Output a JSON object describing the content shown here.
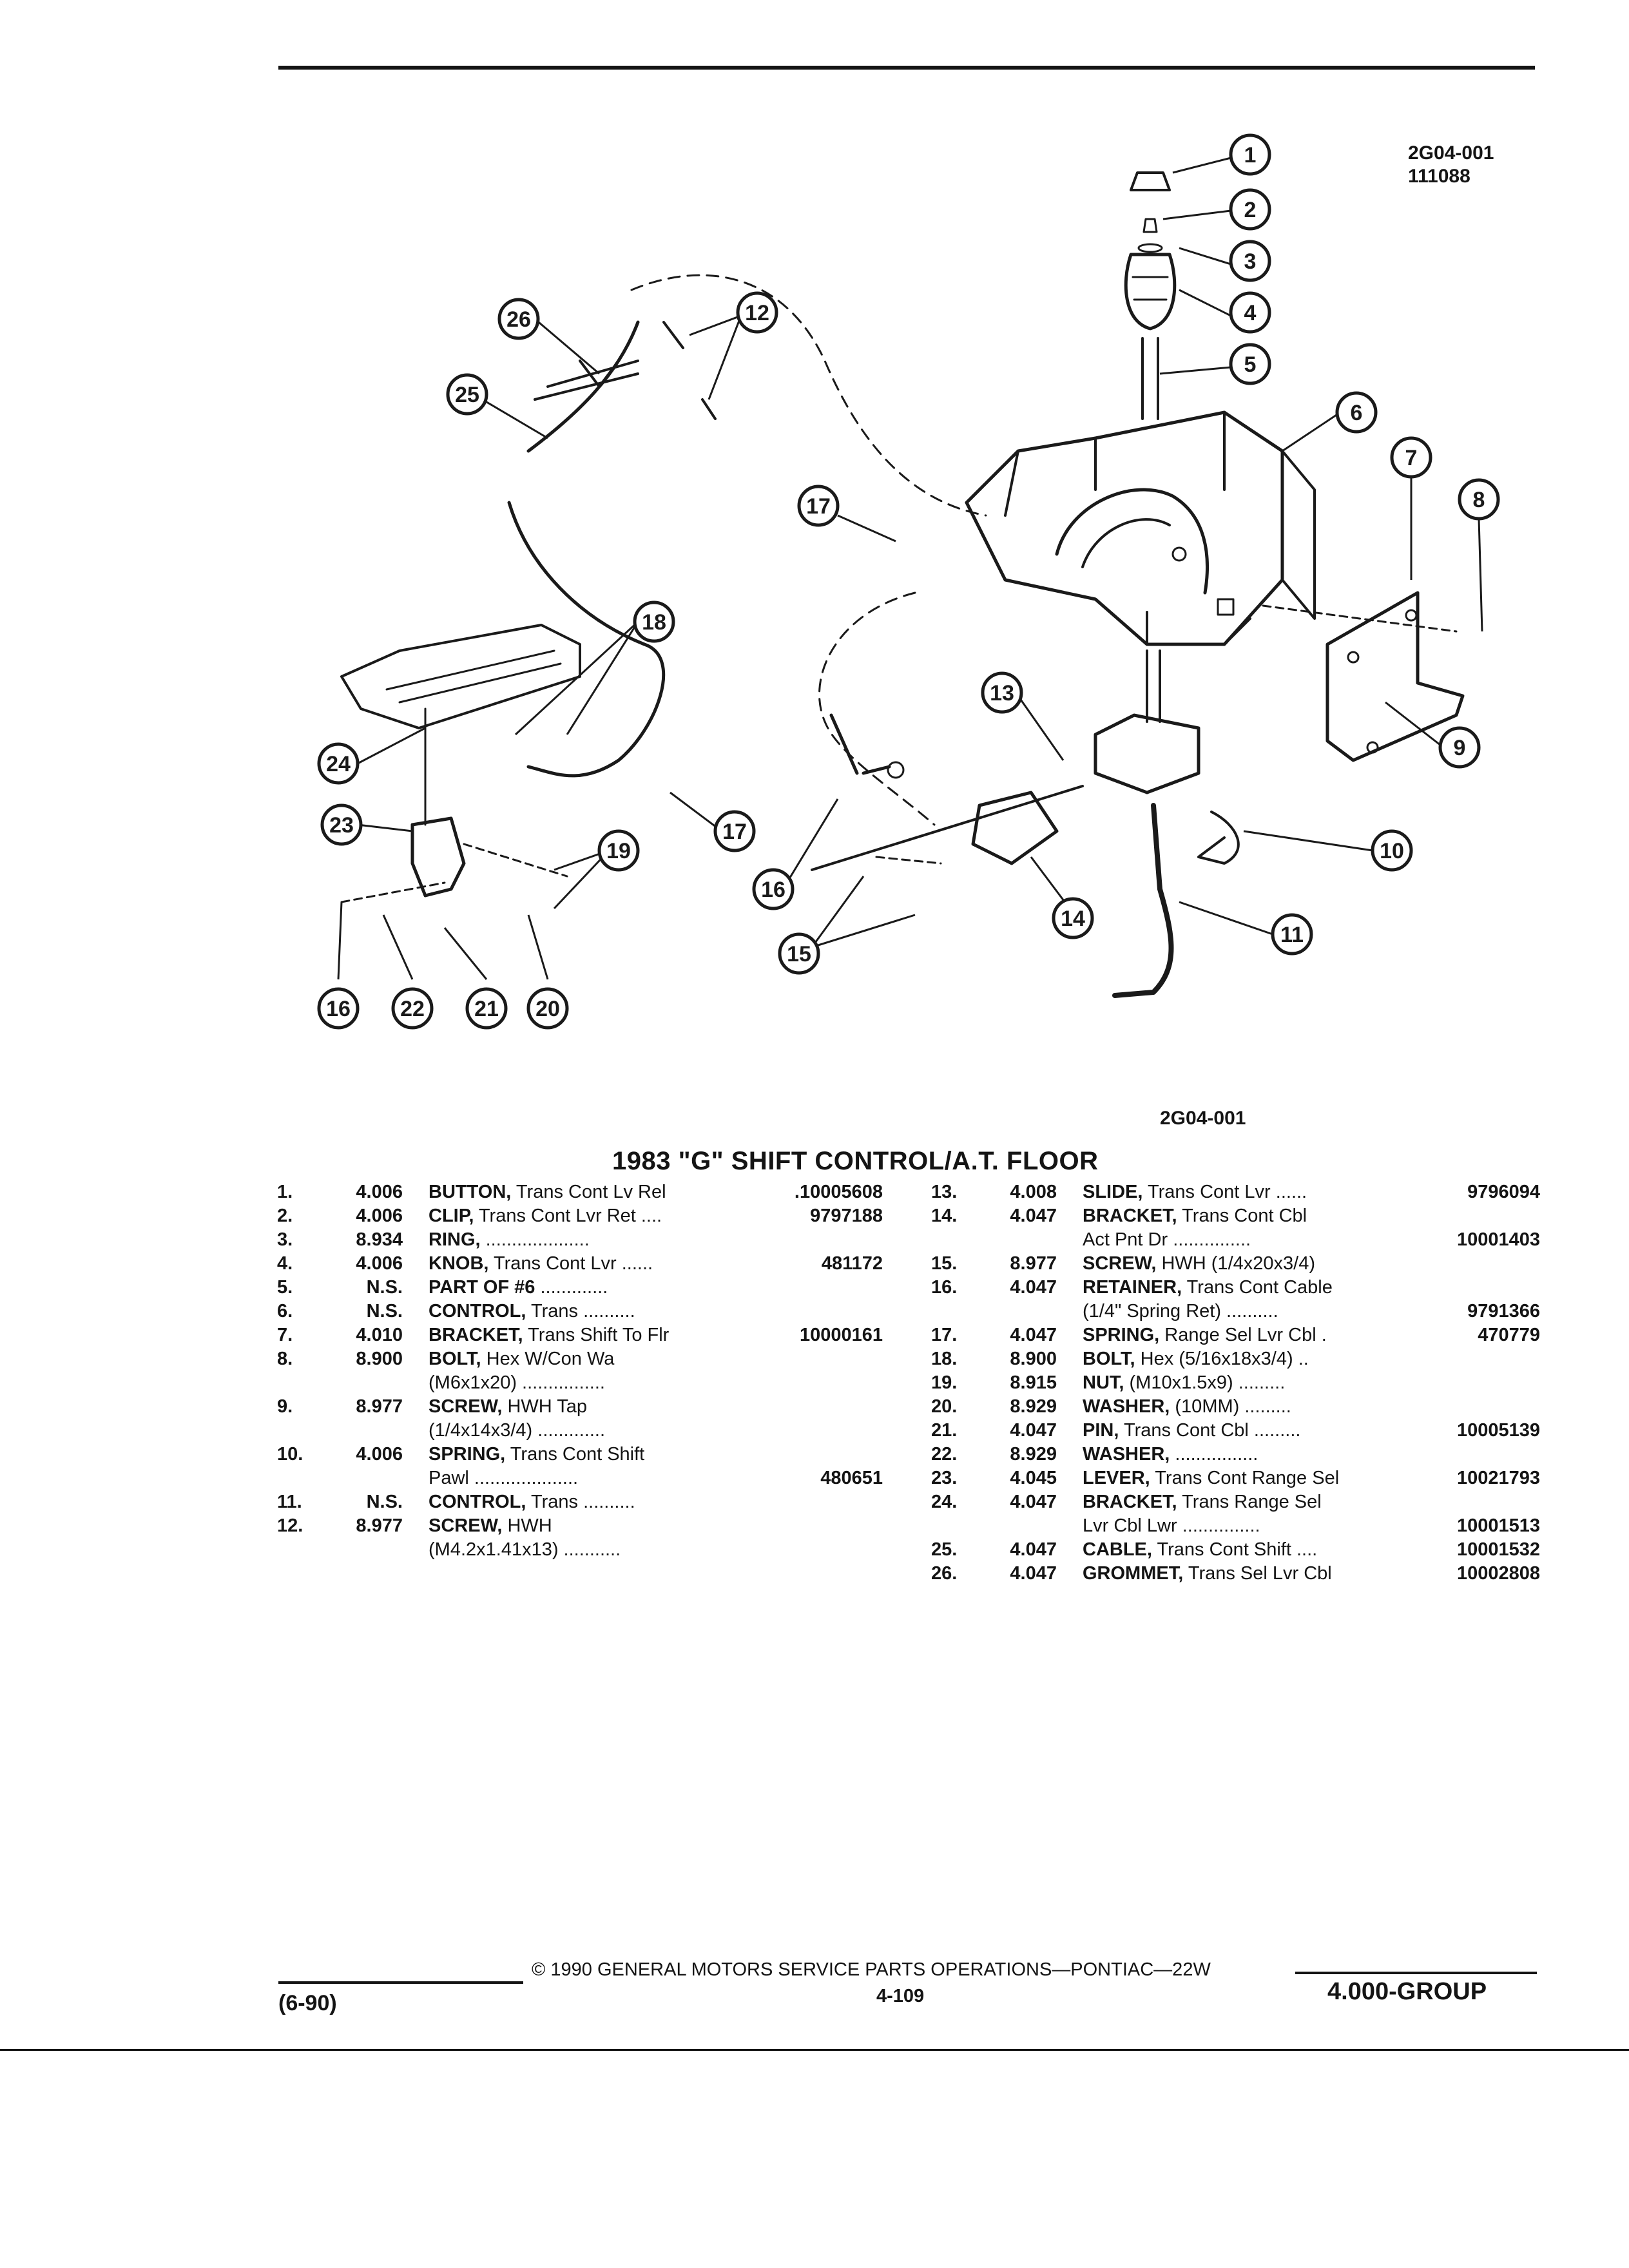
{
  "figure": {
    "id_top": "2G04-001",
    "id_top_sub": "111088",
    "id_bottom": "2G04-001",
    "callouts": [
      "1",
      "2",
      "3",
      "4",
      "5",
      "6",
      "7",
      "8",
      "9",
      "10",
      "11",
      "12",
      "13",
      "14",
      "15",
      "16",
      "17",
      "18",
      "19",
      "20",
      "21",
      "22",
      "23",
      "24",
      "25",
      "26"
    ]
  },
  "title": "1983 \"G\" SHIFT CONTROL/A.T. FLOOR",
  "parts_left": [
    {
      "num": "1.",
      "group": "4.006",
      "name": "BUTTON,",
      "desc": " Trans Cont Lv Rel ",
      "part": ".10005608",
      "cont": ""
    },
    {
      "num": "2.",
      "group": "4.006",
      "name": "CLIP,",
      "desc": " Trans Cont Lvr Ret .... ",
      "part": "9797188",
      "cont": ""
    },
    {
      "num": "3.",
      "group": "8.934",
      "name": "RING,",
      "desc": " ....................",
      "part": "",
      "cont": ""
    },
    {
      "num": "4.",
      "group": "4.006",
      "name": "KNOB,",
      "desc": " Trans Cont Lvr ...... ",
      "part": "481172",
      "cont": ""
    },
    {
      "num": "5.",
      "group": "N.S.",
      "name": "PART OF #6",
      "desc": " .............",
      "part": "",
      "cont": ""
    },
    {
      "num": "6.",
      "group": "N.S.",
      "name": "CONTROL,",
      "desc": " Trans ..........",
      "part": "",
      "cont": ""
    },
    {
      "num": "7.",
      "group": "4.010",
      "name": "BRACKET,",
      "desc": " Trans Shift To Flr ",
      "part": "10000161",
      "cont": ""
    },
    {
      "num": "8.",
      "group": "8.900",
      "name": "BOLT,",
      "desc": " Hex W/Con Wa",
      "part": "",
      "cont": "(M6x1x20) ................"
    },
    {
      "num": "9.",
      "group": "8.977",
      "name": "SCREW,",
      "desc": " HWH Tap",
      "part": "",
      "cont": "(1/4x14x3/4) ............."
    },
    {
      "num": "10.",
      "group": "4.006",
      "name": "SPRING,",
      "desc": " Trans Cont Shift",
      "part": "480651",
      "cont": "Pawl ...................."
    },
    {
      "num": "11.",
      "group": "N.S.",
      "name": "CONTROL,",
      "desc": " Trans ..........",
      "part": "",
      "cont": ""
    },
    {
      "num": "12.",
      "group": "8.977",
      "name": "SCREW,",
      "desc": " HWH",
      "part": "",
      "cont": "(M4.2x1.41x13) ..........."
    }
  ],
  "parts_right": [
    {
      "num": "13.",
      "group": "4.008",
      "name": "SLIDE,",
      "desc": " Trans Cont Lvr ...... ",
      "part": "9796094",
      "cont": ""
    },
    {
      "num": "14.",
      "group": "4.047",
      "name": "BRACKET,",
      "desc": " Trans Cont Cbl",
      "part": "10001403",
      "cont": "Act Pnt Dr ..............."
    },
    {
      "num": "15.",
      "group": "8.977",
      "name": "SCREW,",
      "desc": " HWH (1/4x20x3/4)",
      "part": "",
      "cont": ""
    },
    {
      "num": "16.",
      "group": "4.047",
      "name": "RETAINER,",
      "desc": " Trans Cont Cable",
      "part": "9791366",
      "cont": "(1/4\" Spring Ret) .........."
    },
    {
      "num": "17.",
      "group": "4.047",
      "name": "SPRING,",
      "desc": " Range Sel Lvr Cbl . ",
      "part": "470779",
      "cont": ""
    },
    {
      "num": "18.",
      "group": "8.900",
      "name": "BOLT,",
      "desc": " Hex (5/16x18x3/4) ..",
      "part": "",
      "cont": ""
    },
    {
      "num": "19.",
      "group": "8.915",
      "name": "NUT,",
      "desc": " (M10x1.5x9) .........",
      "part": "",
      "cont": ""
    },
    {
      "num": "20.",
      "group": "8.929",
      "name": "WASHER,",
      "desc": " (10MM) .........",
      "part": "",
      "cont": ""
    },
    {
      "num": "21.",
      "group": "4.047",
      "name": "PIN,",
      "desc": " Trans Cont Cbl .........",
      "part": "10005139",
      "cont": ""
    },
    {
      "num": "22.",
      "group": "8.929",
      "name": "WASHER,",
      "desc": " ................",
      "part": "",
      "cont": ""
    },
    {
      "num": "23.",
      "group": "4.045",
      "name": "LEVER,",
      "desc": " Trans Cont Range Sel ",
      "part": "10021793",
      "cont": ""
    },
    {
      "num": "24.",
      "group": "4.047",
      "name": "BRACKET,",
      "desc": " Trans Range Sel",
      "part": "10001513",
      "cont": "Lvr Cbl Lwr ..............."
    },
    {
      "num": "25.",
      "group": "4.047",
      "name": "CABLE,",
      "desc": " Trans Cont Shift ....",
      "part": "10001532",
      "cont": ""
    },
    {
      "num": "26.",
      "group": "4.047",
      "name": "GROMMET,",
      "desc": " Trans Sel Lvr Cbl ",
      "part": "10002808",
      "cont": ""
    }
  ],
  "footer": {
    "copyright": "© 1990 GENERAL MOTORS SERVICE PARTS OPERATIONS—PONTIAC—22W",
    "page": "4-109",
    "date": "(6-90)",
    "group": "4.000-GROUP"
  }
}
